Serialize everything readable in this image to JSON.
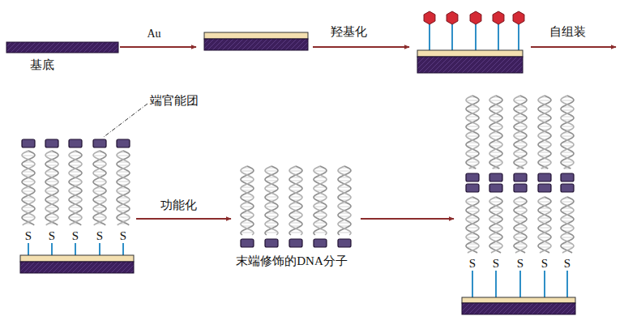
{
  "diagram": {
    "labels": [
      "基底",
      "Au",
      "羟基化",
      "自组装",
      "端官能团",
      "S",
      "S",
      "S",
      "S",
      "S",
      "功能化",
      "末端修饰的DNA分子",
      "S",
      "S",
      "S",
      "S",
      "S"
    ]
  }
}
